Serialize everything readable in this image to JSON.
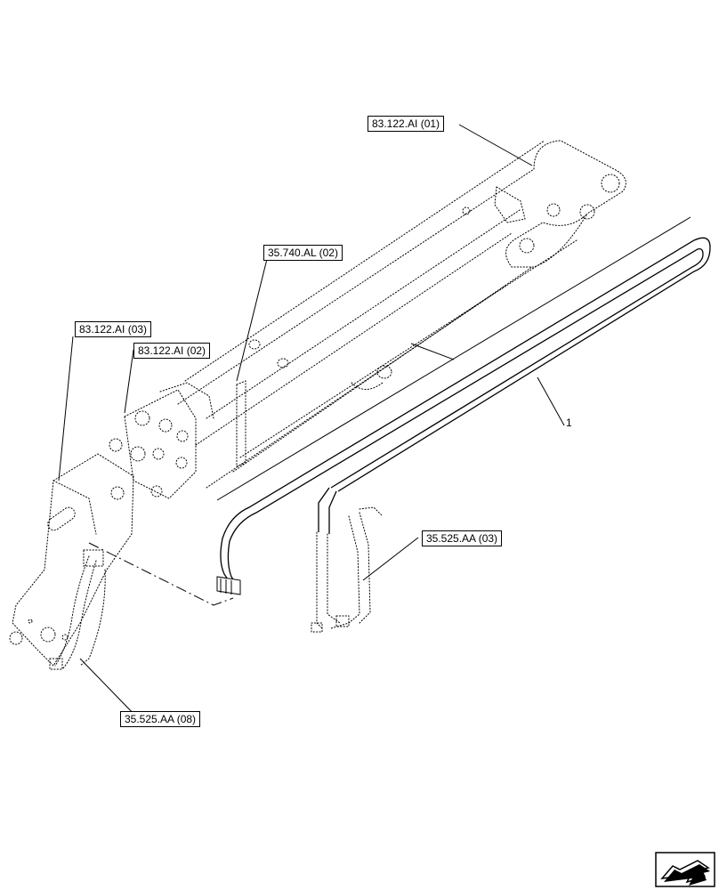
{
  "labels": {
    "ref_83122ai_01": "83.122.AI (01)",
    "ref_35740al_02": "35.740.AL (02)",
    "ref_83122ai_03": "83.122.AI (03)",
    "ref_83122ai_02": "83.122.AI (02)",
    "ref_35525aa_03": "35.525.AA (03)",
    "ref_35525aa_08": "35.525.AA (08)",
    "item_1": "1"
  },
  "icons": {
    "nav_arrow": "next-page-arrow-icon"
  }
}
